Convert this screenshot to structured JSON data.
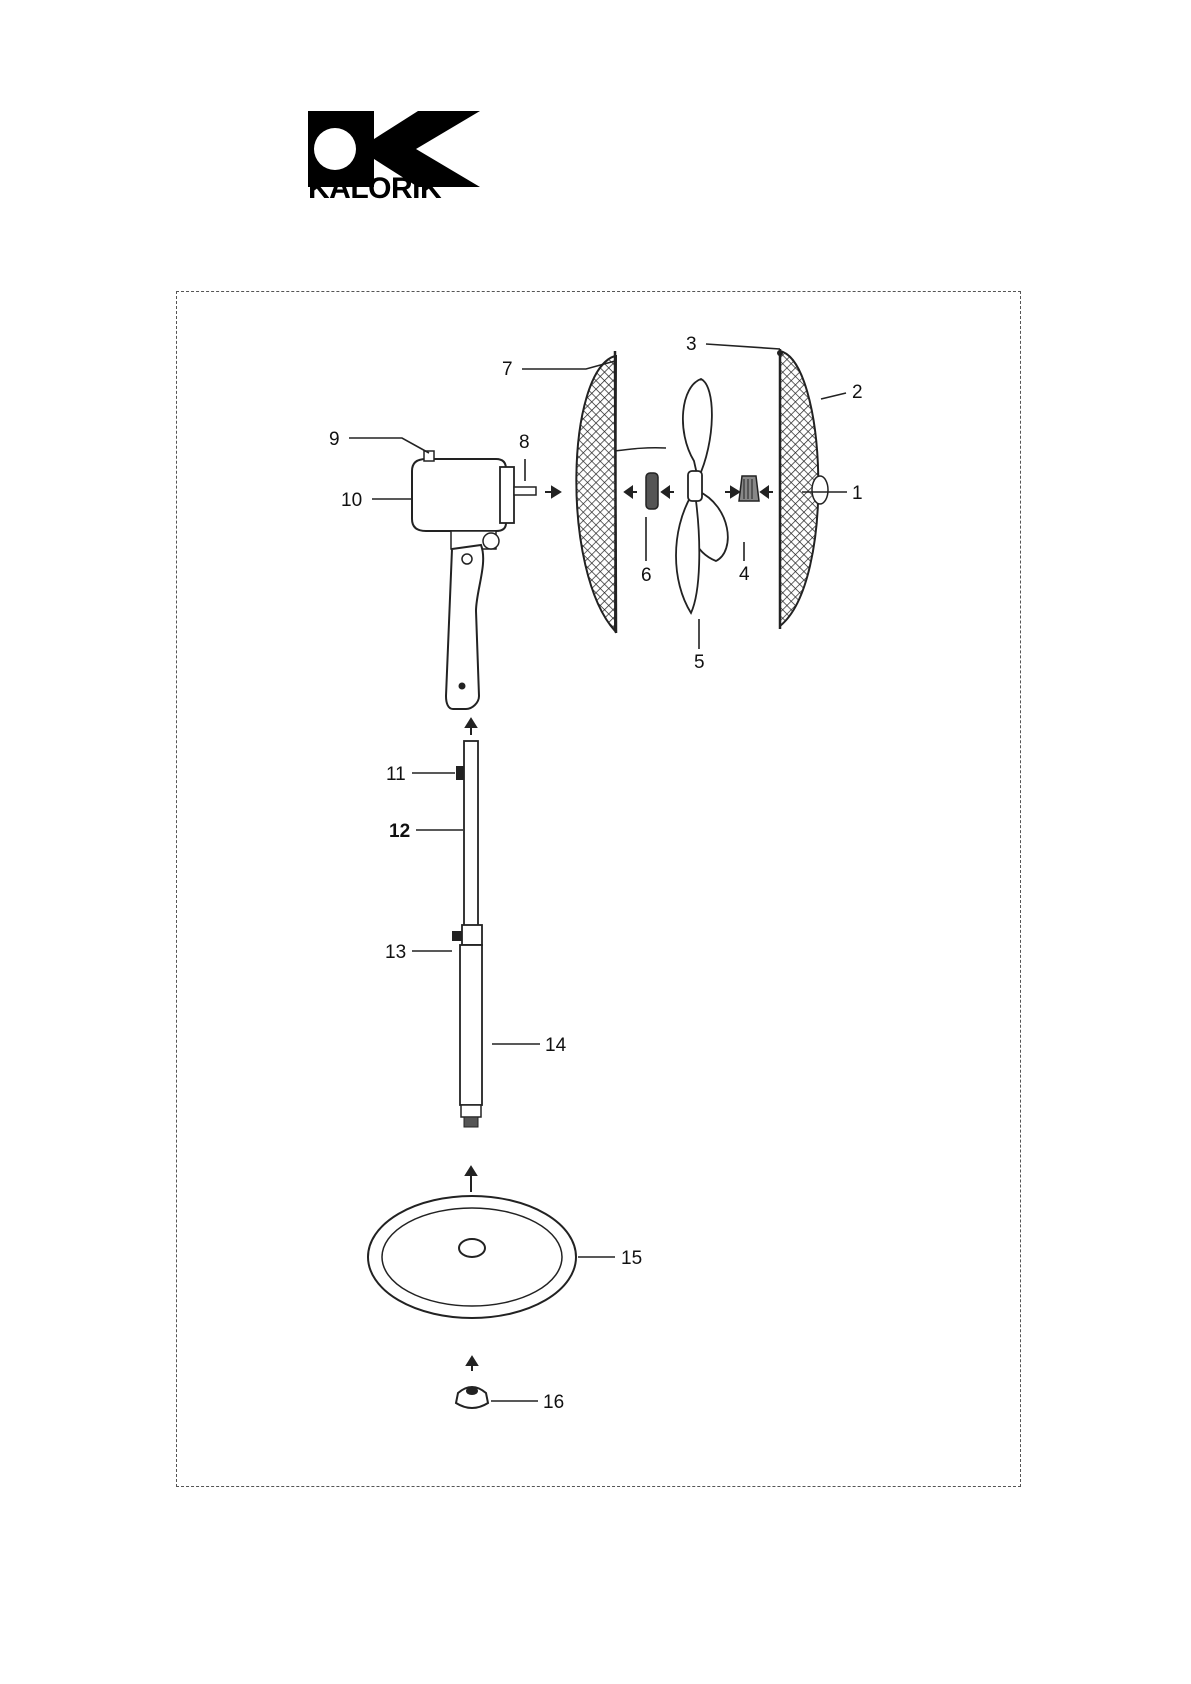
{
  "brand": {
    "name": "KALORIK",
    "logo_icon": "kalorik-k-logo-icon"
  },
  "diagram": {
    "parts": [
      {
        "id": "1",
        "label": "1"
      },
      {
        "id": "2",
        "label": "2"
      },
      {
        "id": "3",
        "label": "3"
      },
      {
        "id": "4",
        "label": "4"
      },
      {
        "id": "5",
        "label": "5"
      },
      {
        "id": "6",
        "label": "6"
      },
      {
        "id": "7",
        "label": "7"
      },
      {
        "id": "8",
        "label": "8"
      },
      {
        "id": "9",
        "label": "9"
      },
      {
        "id": "10",
        "label": "10"
      },
      {
        "id": "11",
        "label": "11"
      },
      {
        "id": "12",
        "label": "12"
      },
      {
        "id": "13",
        "label": "13"
      },
      {
        "id": "14",
        "label": "14"
      },
      {
        "id": "15",
        "label": "15"
      },
      {
        "id": "16",
        "label": "16"
      }
    ]
  }
}
